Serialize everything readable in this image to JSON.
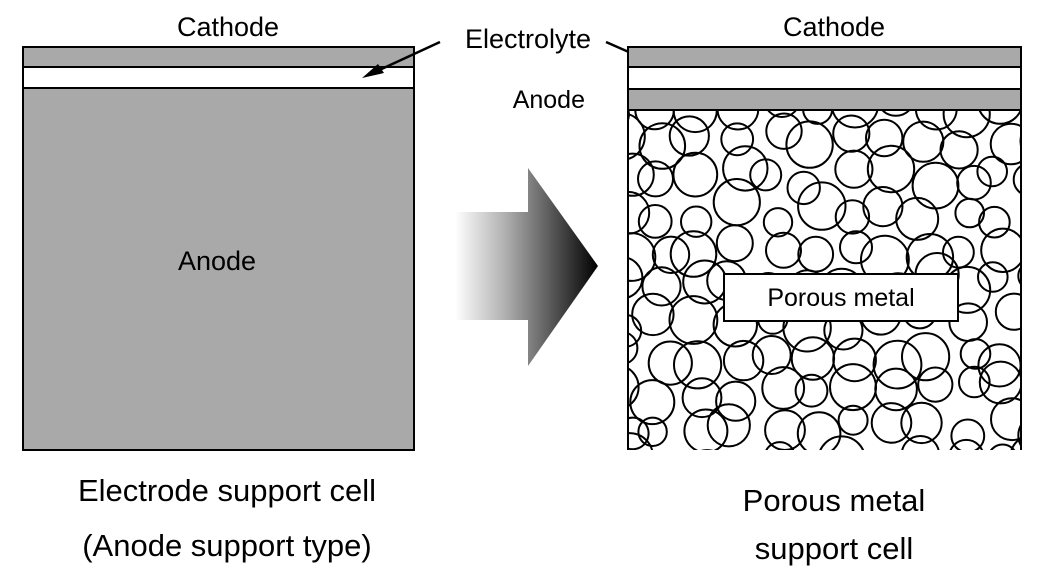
{
  "left_cell": {
    "cathode_label": "Cathode",
    "anode_label": "Anode",
    "caption_line1": "Electrode support cell",
    "caption_line2": "(Anode support type)"
  },
  "shared": {
    "electrolyte_label": "Electrolyte"
  },
  "right_cell": {
    "cathode_label": "Cathode",
    "anode_label": "Anode",
    "porous_label": "Porous metal",
    "caption_line1": "Porous metal",
    "caption_line2": "support cell"
  },
  "colors": {
    "layer_gray": "#a9a9a9",
    "outline": "#000000",
    "background": "#ffffff",
    "arrow_dark": "#000000",
    "arrow_light": "#ffffff"
  }
}
